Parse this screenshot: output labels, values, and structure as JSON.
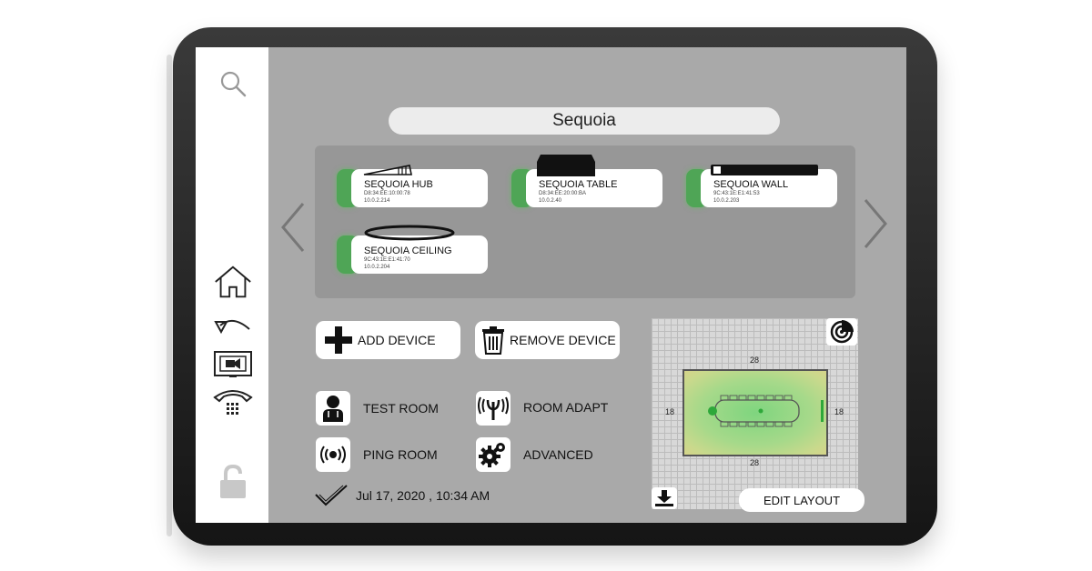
{
  "sidebar": {
    "items": [
      {
        "icon": "search-icon"
      },
      {
        "icon": "home-icon"
      },
      {
        "icon": "undo-icon"
      },
      {
        "icon": "video-camera-icon"
      },
      {
        "icon": "phone-icon"
      },
      {
        "icon": "unlock-icon"
      }
    ]
  },
  "room": {
    "title": "Sequoia"
  },
  "devices": [
    {
      "name": "SEQUOIA HUB",
      "mac": "D8:34:EE:10:00:78",
      "ip": "10.0.2.214",
      "icon": "hub-device-icon",
      "status_color": "#4fa556"
    },
    {
      "name": "SEQUOIA TABLE",
      "mac": "D8:34:EE:20:00:BA",
      "ip": "10.0.2.40",
      "icon": "table-device-icon",
      "status_color": "#4fa556"
    },
    {
      "name": "SEQUOIA WALL",
      "mac": "9C:43:1E:E1:41:53",
      "ip": "10.0.2.203",
      "icon": "wall-device-icon",
      "status_color": "#4fa556"
    },
    {
      "name": "SEQUOIA CEILING",
      "mac": "9C:43:1E:E1:41:70",
      "ip": "10.0.2.204",
      "icon": "ceiling-device-icon",
      "status_color": "#4fa556"
    }
  ],
  "actions": {
    "add_device": "ADD DEVICE",
    "remove_device": "REMOVE DEVICE",
    "test_room": "TEST ROOM",
    "room_adapt": "ROOM ADAPT",
    "ping_room": "PING ROOM",
    "advanced": "ADVANCED"
  },
  "status": {
    "timestamp": "Jul 17, 2020 , 10:34 AM"
  },
  "layout": {
    "dims": {
      "top": "28",
      "bottom": "28",
      "left": "18",
      "right": "18"
    },
    "edit_label": "EDIT LAYOUT"
  },
  "colors": {
    "accent_green": "#4fa556",
    "screen_bg": "#a9a9a9"
  }
}
